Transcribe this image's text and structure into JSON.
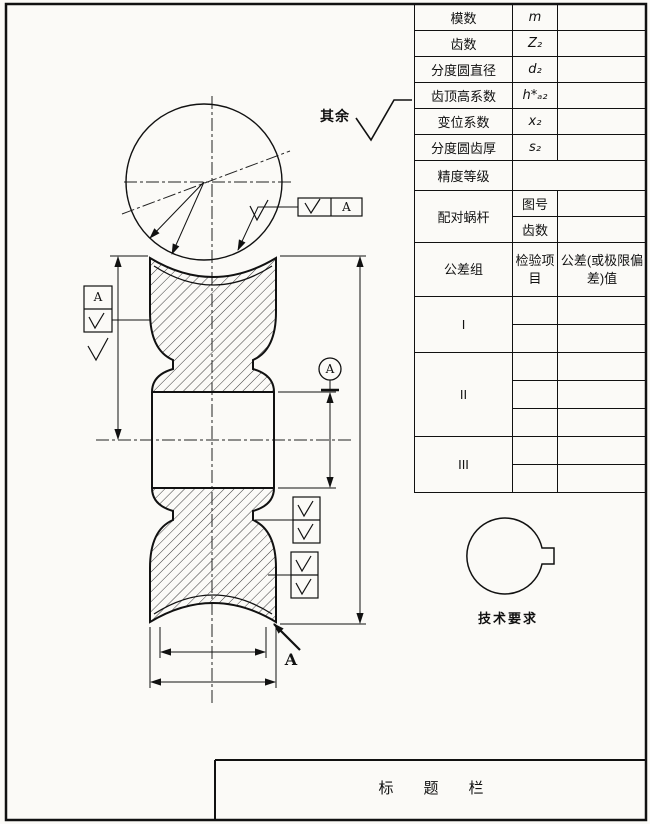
{
  "sheet": {
    "background": "#fbfaf7",
    "line_color": "#111111"
  },
  "param_table": {
    "rows": [
      {
        "label": "模数",
        "symbol": "m",
        "value": ""
      },
      {
        "label": "齿数",
        "symbol": "Z₂",
        "value": ""
      },
      {
        "label": "分度圆直径",
        "symbol": "d₂",
        "value": ""
      },
      {
        "label": "齿顶高系数",
        "symbol": "h*ₐ₂",
        "value": ""
      },
      {
        "label": "变位系数",
        "symbol": "x₂",
        "value": ""
      },
      {
        "label": "分度圆齿厚",
        "symbol": "s₂",
        "value": ""
      }
    ],
    "accuracy_label": "精度等级",
    "mating_worm": {
      "label": "配对蜗杆",
      "row1": "图号",
      "row2": "齿数"
    },
    "tolerance_header": {
      "group": "公差组",
      "item": "检验项目",
      "value": "公差(或极限偏差)值"
    },
    "groups": [
      {
        "label": "I"
      },
      {
        "label": "II"
      },
      {
        "label": "III"
      }
    ]
  },
  "annotations": {
    "rest_label": "其余",
    "datum_letter": "A",
    "section_letter": "A",
    "tech_requirements": "技术要求"
  },
  "title_block": {
    "label": "标题栏"
  }
}
